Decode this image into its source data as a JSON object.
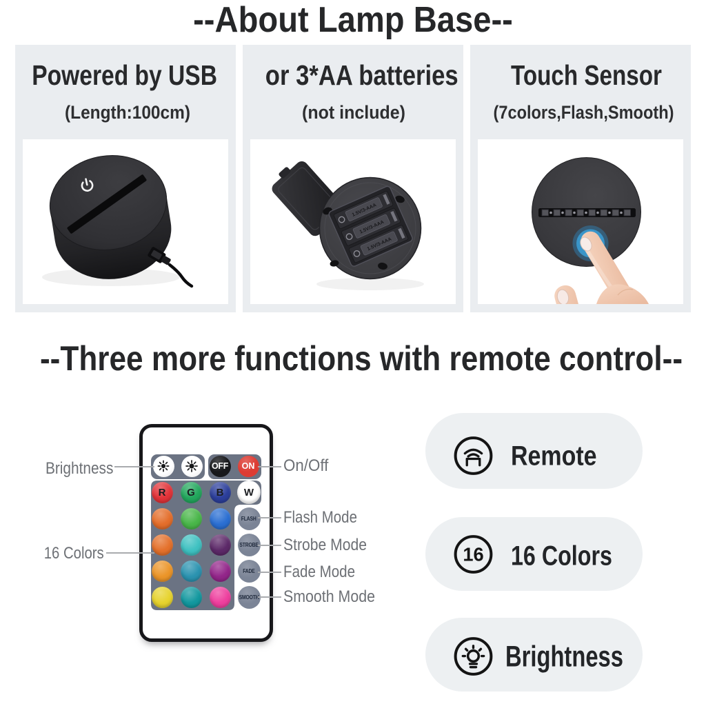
{
  "page": {
    "background": "#ffffff",
    "title_top": "--About Lamp Base--",
    "title_middle": "--Three more functions with remote control--",
    "panel_background": "#eaedf0",
    "pill_background": "#edf0f2"
  },
  "panels": [
    {
      "heading": "Powered by USB",
      "subheading": "(Length:100cm)",
      "photo": "usb-lamp-base-photo"
    },
    {
      "heading": "or 3*AA batteries",
      "subheading": "(not include)",
      "photo": "battery-compartment-photo",
      "slot_label": "1.5V/3-AAA"
    },
    {
      "heading": "Touch Sensor",
      "subheading": "(7colors,Flash,Smooth)",
      "photo": "touch-sensor-photo"
    }
  ],
  "remote": {
    "body_color": "#ffffff",
    "border_color": "#17171a",
    "keypad_color": "#6b7383",
    "brightness_buttons": [
      {
        "icon": "sun-dim-icon"
      },
      {
        "icon": "sun-bright-icon"
      }
    ],
    "power_buttons": [
      {
        "label": "OFF",
        "bg": "#17181b"
      },
      {
        "label": "ON",
        "bg": "#dd3c33"
      }
    ],
    "color_row": [
      {
        "label": "R",
        "color": "#e23339"
      },
      {
        "label": "G",
        "color": "#23a75d"
      },
      {
        "label": "B",
        "color": "#2c3f9b"
      },
      {
        "label": "W",
        "color": "#ffffff"
      }
    ],
    "color_grid": [
      [
        "#e46e2b",
        "#49b649",
        "#2b6fd2"
      ],
      [
        "#e4712c",
        "#3fc1c1",
        "#5d2a69"
      ],
      [
        "#eb9529",
        "#2b93b0",
        "#93268a"
      ],
      [
        "#e7d32e",
        "#13989f",
        "#ee3f9e"
      ]
    ],
    "mode_buttons": [
      {
        "label": "FLASH"
      },
      {
        "label": "STROBE"
      },
      {
        "label": "FADE"
      },
      {
        "label": "SMOOTH"
      }
    ],
    "mode_button_color": "#7b8496",
    "callouts_left": [
      {
        "label": "Brightness"
      },
      {
        "label": "16 Colors"
      }
    ],
    "callouts_right": [
      {
        "label": "On/Off"
      },
      {
        "label": "Flash Mode"
      },
      {
        "label": "Strobe Mode"
      },
      {
        "label": "Fade Mode"
      },
      {
        "label": "Smooth Mode"
      }
    ]
  },
  "features": [
    {
      "icon": "remote-icon",
      "label": "Remote"
    },
    {
      "icon": "sixteen-colors-icon",
      "icon_text": "16",
      "label": "16 Colors"
    },
    {
      "icon": "brightness-icon",
      "label": "Brightness"
    }
  ]
}
